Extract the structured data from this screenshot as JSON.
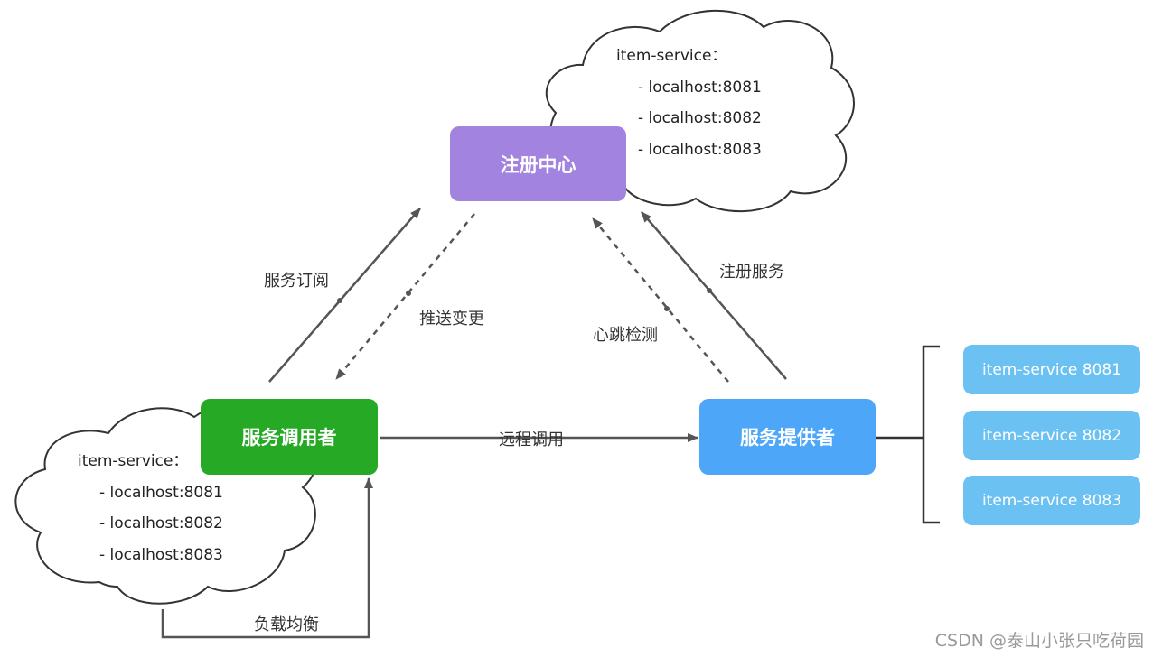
{
  "nodes": {
    "registry": "注册中心",
    "consumer": "服务调用者",
    "provider": "服务提供者"
  },
  "instances": [
    "item-service 8081",
    "item-service 8082",
    "item-service 8083"
  ],
  "edges": {
    "subscribe": "服务订阅",
    "push": "推送变更",
    "heartbeat": "心跳检测",
    "register": "注册服务",
    "remote_call": "远程调用",
    "load_balance": "负载均衡"
  },
  "registry_cloud": {
    "title": "item-service：",
    "items": [
      "- localhost:8081",
      "- localhost:8082",
      "- localhost:8083"
    ]
  },
  "consumer_cloud": {
    "title": "item-service：",
    "items": [
      "- localhost:8081",
      "- localhost:8082",
      "- localhost:8083"
    ]
  },
  "watermark": "CSDN @泰山小张只吃荷园",
  "colors": {
    "registry": "#a283e0",
    "consumer": "#26a925",
    "provider": "#4da6f7",
    "instance": "#6cc1f3",
    "line": "#555555"
  }
}
